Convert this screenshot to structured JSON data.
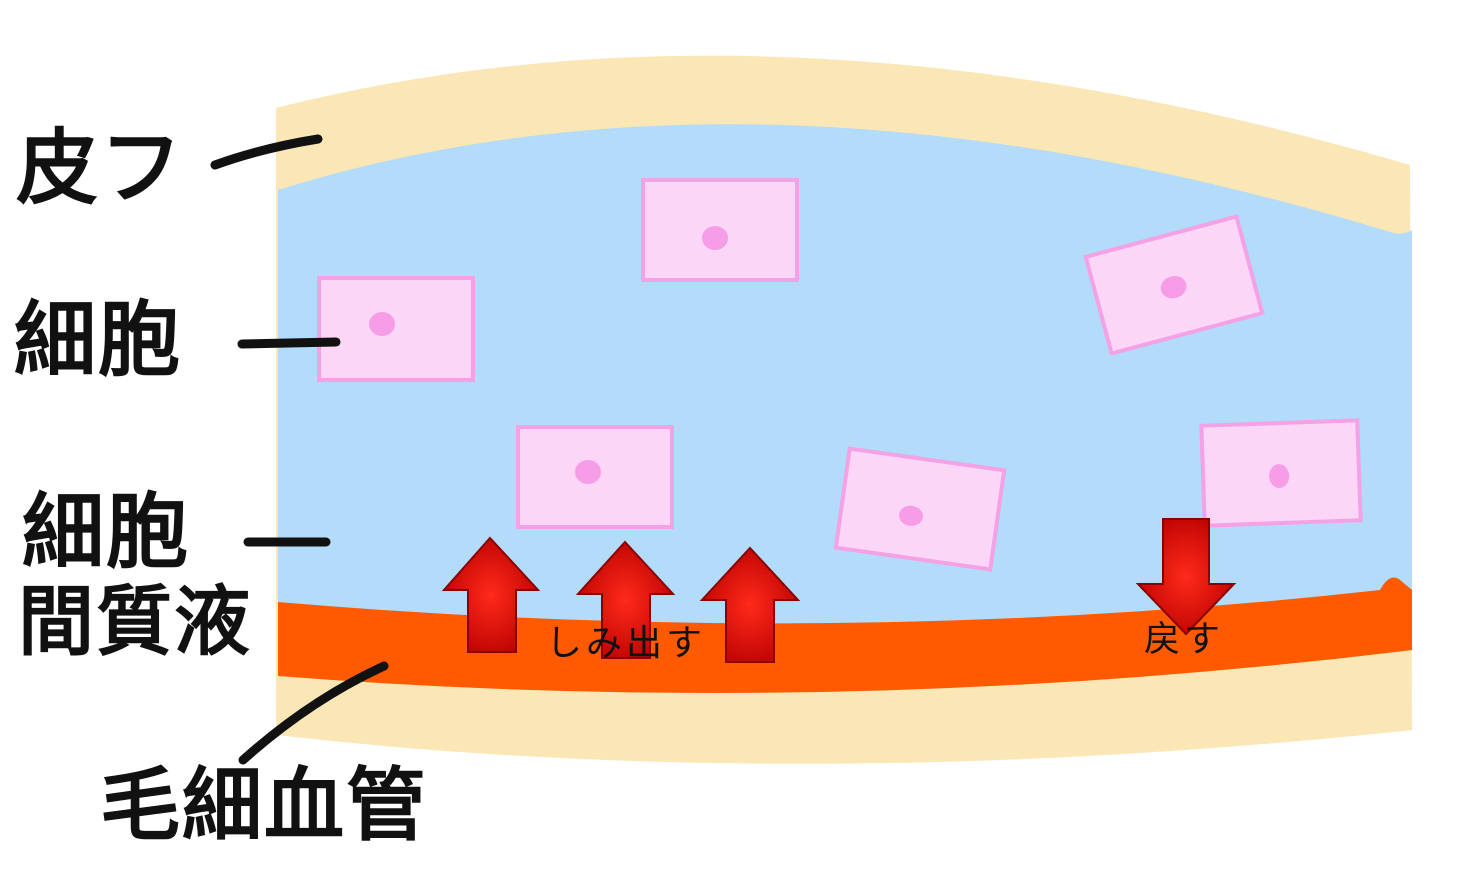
{
  "labels": {
    "skin": "皮フ",
    "cell": "細胞",
    "interstitial_line1": "細胞",
    "interstitial_line2": "間質液",
    "capillary": "毛細血管"
  },
  "flow_labels": {
    "seep_out": "しみ出す",
    "return": "戻す"
  },
  "colors": {
    "skin": "#fbe7b6",
    "interstitial_fluid": "#b3dbfa",
    "cell_fill": "#fbd6f7",
    "cell_border": "#f4a1e6",
    "nucleus": "#f79ce6",
    "capillary": "#ff5a00",
    "arrow": "#e00000"
  }
}
